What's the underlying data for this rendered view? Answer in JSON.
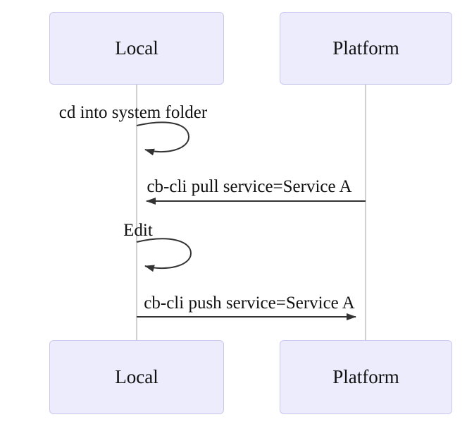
{
  "diagram": {
    "type": "sequence-diagram",
    "actors": {
      "local": "Local",
      "platform": "Platform"
    },
    "messages": {
      "self_cd": "cd into system folder",
      "pull": "cb-cli pull service=Service A",
      "self_edit": "Edit",
      "push": "cb-cli push service=Service A"
    },
    "colors": {
      "actor_fill": "#ECECFC",
      "actor_border": "#C9C9F0",
      "lifeline": "#D0D0D0",
      "arrow": "#333333",
      "text": "#111111",
      "background": "#FFFFFF"
    }
  }
}
